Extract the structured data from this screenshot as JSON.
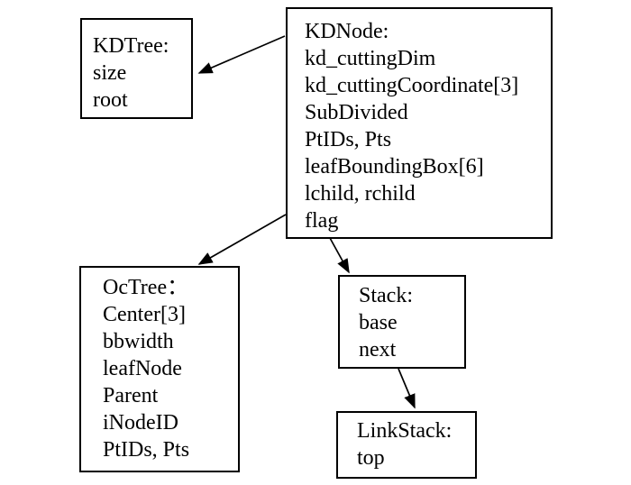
{
  "page": {
    "background_color": "#ffffff",
    "line_color": "#000000",
    "text_color": "#000000"
  },
  "diagram": {
    "nodes": {
      "kdtree": {
        "title": "KDTree:",
        "fields": [
          "size",
          "root"
        ]
      },
      "kdnode": {
        "title": "KDNode:",
        "fields": [
          "kd_cuttingDim",
          "kd_cuttingCoordinate[3]",
          "SubDivided",
          "PtIDs, Pts",
          "leafBoundingBox[6]",
          "lchild, rchild",
          "flag"
        ]
      },
      "octree": {
        "title": "OcTree：",
        "fields": [
          "Center[3]",
          "bbwidth",
          "leafNode",
          "Parent",
          "iNodeID",
          "PtIDs, Pts"
        ]
      },
      "stack": {
        "title": "Stack:",
        "fields": [
          "base",
          "next"
        ]
      },
      "linkstack": {
        "title": "LinkStack:",
        "fields": [
          "top"
        ]
      }
    },
    "edges": [
      {
        "from": "KDNode",
        "to": "KDTree"
      },
      {
        "from": "KDNode",
        "to": "OcTree"
      },
      {
        "from": "KDNode",
        "to": "Stack"
      },
      {
        "from": "Stack",
        "to": "LinkStack"
      }
    ]
  }
}
